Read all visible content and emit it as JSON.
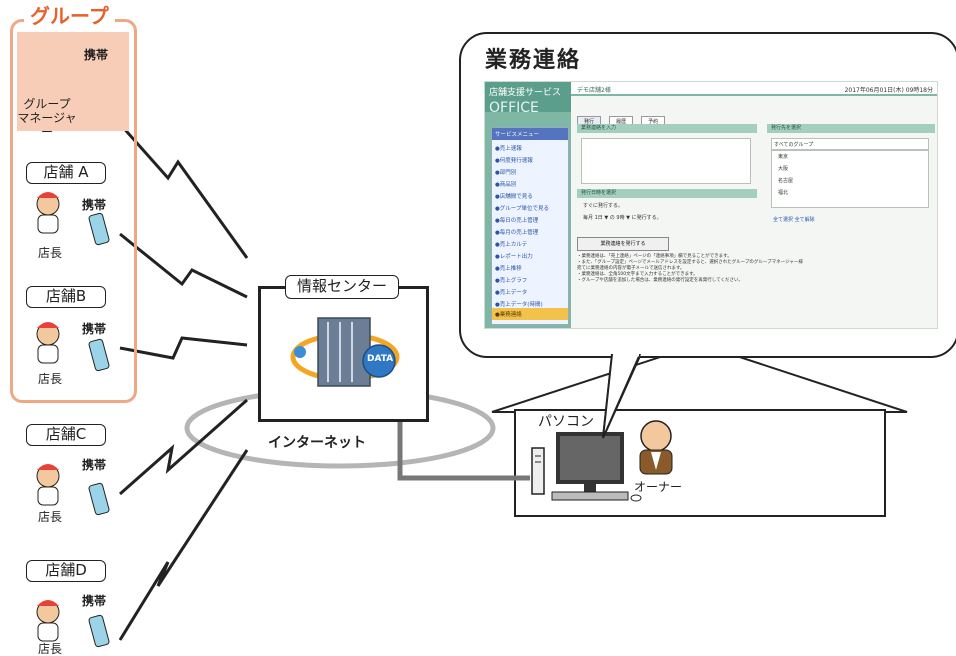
{
  "group": {
    "title": "グループ",
    "manager_label_line1": "グループ",
    "manager_label_line2": "マネージャー",
    "keitai": "携帯"
  },
  "shops": [
    {
      "label": "店舗 A",
      "role": "店長",
      "keitai": "携帯"
    },
    {
      "label": "店舗B",
      "role": "店長",
      "keitai": "携帯"
    },
    {
      "label": "店舗C",
      "role": "店長",
      "keitai": "携帯"
    },
    {
      "label": "店舗D",
      "role": "店長",
      "keitai": "携帯"
    }
  ],
  "center": {
    "label": "情報センター",
    "data_badge": "DATA",
    "internet": "インターネット"
  },
  "bubble": {
    "title": "業務連絡",
    "screen": {
      "brand_small": "店舗支援サービス",
      "brand_big": "OFFICE",
      "header_title": "デモ店舗2様",
      "date": "2017年06月01日(木) 09時18分",
      "tabs": [
        "発行",
        "履歴",
        "予約"
      ],
      "menu": [
        "サービスメニュー",
        "●売上速報",
        "●何度発行速報",
        "  ●部門別",
        "  ●商品別",
        "●店舗間で見る",
        "●グループ単位で見る",
        "●毎日の売上管理",
        "●毎月の売上管理",
        "●売上カルテ",
        "●レポート出力",
        "  ●売上推移",
        "  ●売上グラフ",
        "  ●売上データ",
        "  ●売上データ(時間)",
        "●業務連絡"
      ],
      "panel_input": "業務連絡を入力",
      "panel_target": "発行先を選択",
      "panel_timing": "発行日時を選択",
      "group_select": "すべてのグループ",
      "targets": [
        "東京",
        "大阪",
        "名古屋",
        "福北"
      ],
      "select_all": "全て選択  全て解除",
      "timing_now": "すぐに発行する。",
      "timing_monthly": "毎月 1日 ▼ の  9時 ▼ に発行する。",
      "send_button": "業務連絡を発行する",
      "notes": [
        "・業務連絡は、「売上連絡」ページの「連絡事項」欄で見ることができます。",
        "・また、「グループ設定」ページでメールアドレスを設定すると、選択されたグループのグループマネージャー様",
        "  宛てに業務連絡の内容が電子メールで送信されます。",
        "・業務連絡は、全角500文字まで入力することができます。",
        "・グループや店舗を追加した場合は、業務連絡の発行設定を再発行してください。"
      ]
    }
  },
  "house": {
    "pc_label": "パソコン",
    "owner_label": "オーナー"
  },
  "colors": {
    "group_border": "#f0a884",
    "group_title": "#e8602c",
    "manager_bg": "#f8cdb7",
    "screen_accent": "#7eb8a4"
  }
}
